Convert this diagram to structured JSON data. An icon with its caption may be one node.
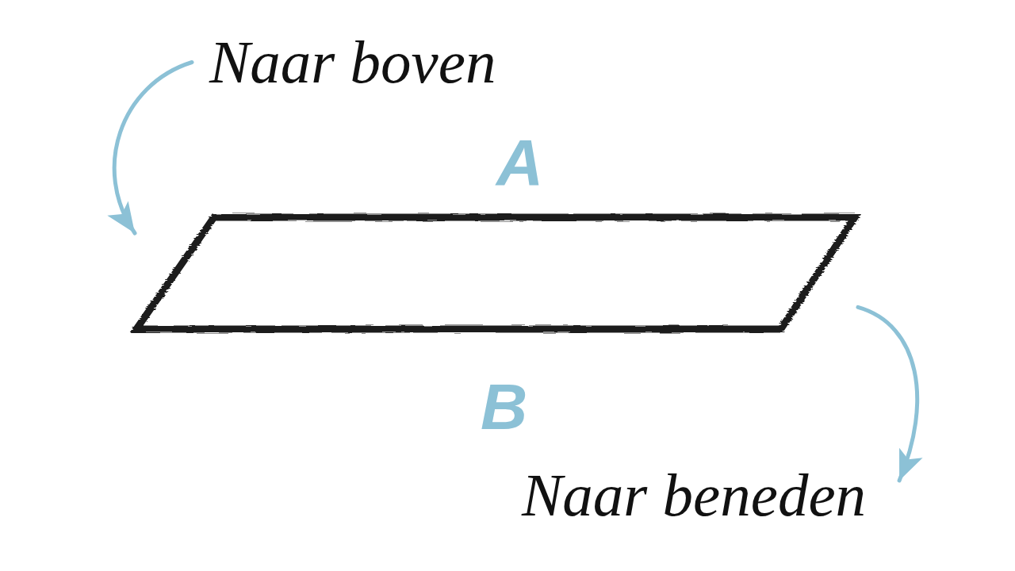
{
  "diagram": {
    "nodes": [
      {
        "text": [
          "Naar boven"
        ]
      },
      {
        "text": [],
        "shape": "parallelogram",
        "beside": [
          "A",
          "B"
        ]
      },
      {
        "text": [
          "Naar beneden"
        ]
      }
    ],
    "edges": [
      {
        "from": 0,
        "to": 1,
        "arrow": "to"
      },
      {
        "from": 1,
        "to": 2,
        "arrow": "to"
      }
    ]
  }
}
